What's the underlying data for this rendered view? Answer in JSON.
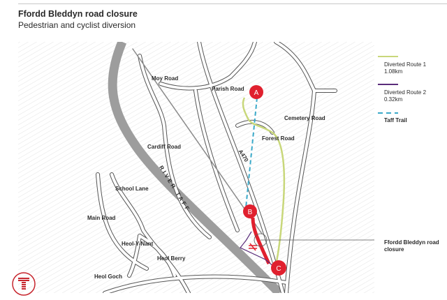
{
  "header": {
    "title": "Ffordd Bleddyn road closure",
    "subtitle": "Pedestrian and cyclist diversion"
  },
  "legend": {
    "items": [
      {
        "name": "Diverted Route 1",
        "value": "1.08km",
        "color": "#c8d77a",
        "style": "solid"
      },
      {
        "name": "Diverted Route 2",
        "value": "0.32km",
        "color": "#5a2d7a",
        "style": "solid"
      },
      {
        "name": "Taff Trail",
        "value": "",
        "color": "#3aa9c9",
        "style": "dashed"
      }
    ]
  },
  "map": {
    "roads": [
      "Moy Road",
      "Parish Road",
      "Cemetery Road",
      "Forest Road",
      "Cardiff Road",
      "A470",
      "School Lane",
      "Main Road",
      "Heol-Y-Nant",
      "Heol Berry",
      "Heol Goch"
    ],
    "river": "RIVER TAFF",
    "markers": [
      {
        "label": "A",
        "color": "#e0202e"
      },
      {
        "label": "B",
        "color": "#e0202e"
      },
      {
        "label": "C",
        "color": "#e0202e"
      }
    ],
    "closure_callout": "Ffordd Bleddyn road closure",
    "logo_icon": "transport-t-logo"
  },
  "colors": {
    "closure_red": "#e0202e",
    "route1": "#c8d77a",
    "route2": "#5a2d7a",
    "taff_trail": "#3aa9c9",
    "river": "#9a9a9a"
  }
}
